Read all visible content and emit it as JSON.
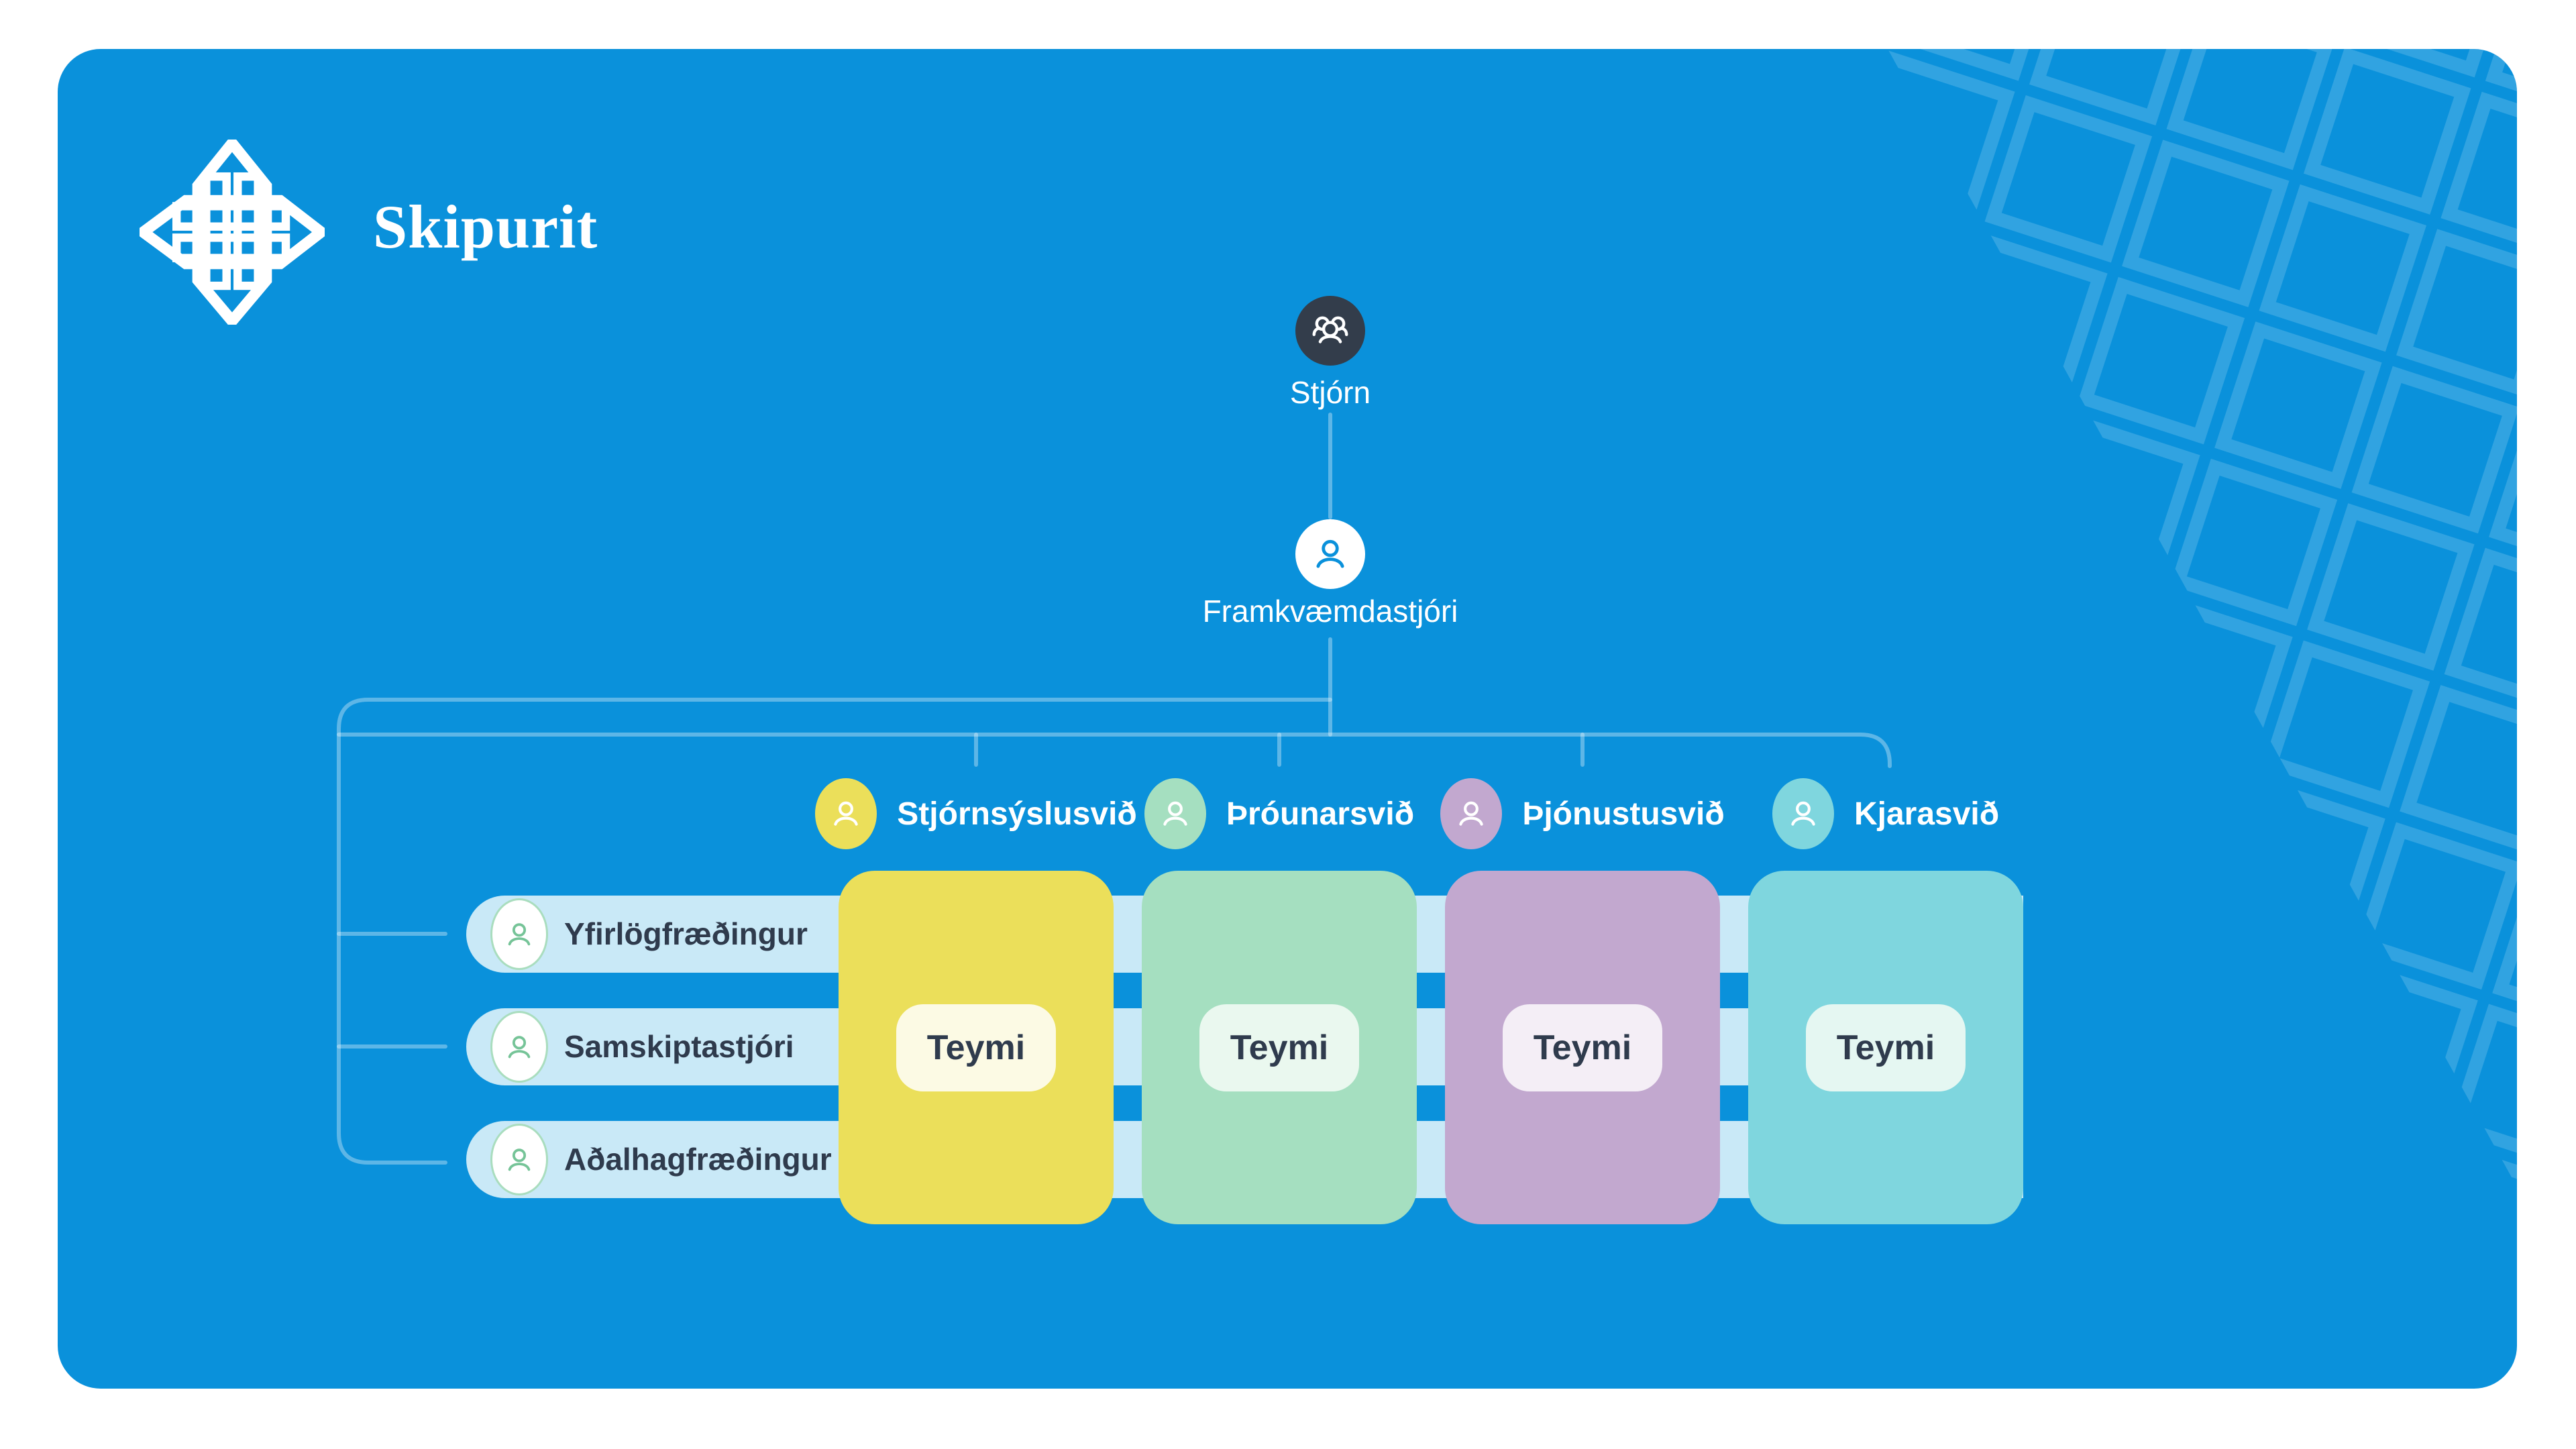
{
  "header": {
    "logo_icon": "knot-logo-icon",
    "title": "Skipurit"
  },
  "colors": {
    "page_bg": "#FFFFFF",
    "card_bg": "#0A91DB",
    "connector": "rgba(255,255,255,0.34)",
    "band_bg": "#C9E9F7",
    "text_dark": "#2F3B4D",
    "text_light": "#FFFFFF",
    "root_circle": "#333D4B",
    "avatar_ring": "#A9DDBE",
    "avatar_icon": "#76C498",
    "pattern": "rgba(255,255,255,0.16)"
  },
  "org": {
    "root": {
      "label": "Stjórn",
      "icon": "group-icon"
    },
    "ceo": {
      "label": "Framkvæmdastjóri",
      "icon": "person-icon"
    },
    "departments": [
      {
        "label": "Stjórnsýslusvið",
        "team_label": "Teymi",
        "color": "#EBDF5A",
        "badge_bg": "#FCFAE4"
      },
      {
        "label": "Þróunarsvið",
        "team_label": "Teymi",
        "color": "#A5DFC0",
        "badge_bg": "#EAF8EF"
      },
      {
        "label": "Þjónustusvið",
        "team_label": "Teymi",
        "color": "#C2A8CF",
        "badge_bg": "#F4EEF6"
      },
      {
        "label": "Kjarasvið",
        "team_label": "Teymi",
        "color": "#7FD6DE",
        "badge_bg": "#E5F7F2"
      }
    ],
    "staff_roles": [
      {
        "label": "Yfirlögfræðingur"
      },
      {
        "label": "Samskiptastjóri"
      },
      {
        "label": "Aðalhagfræðingur"
      }
    ]
  }
}
